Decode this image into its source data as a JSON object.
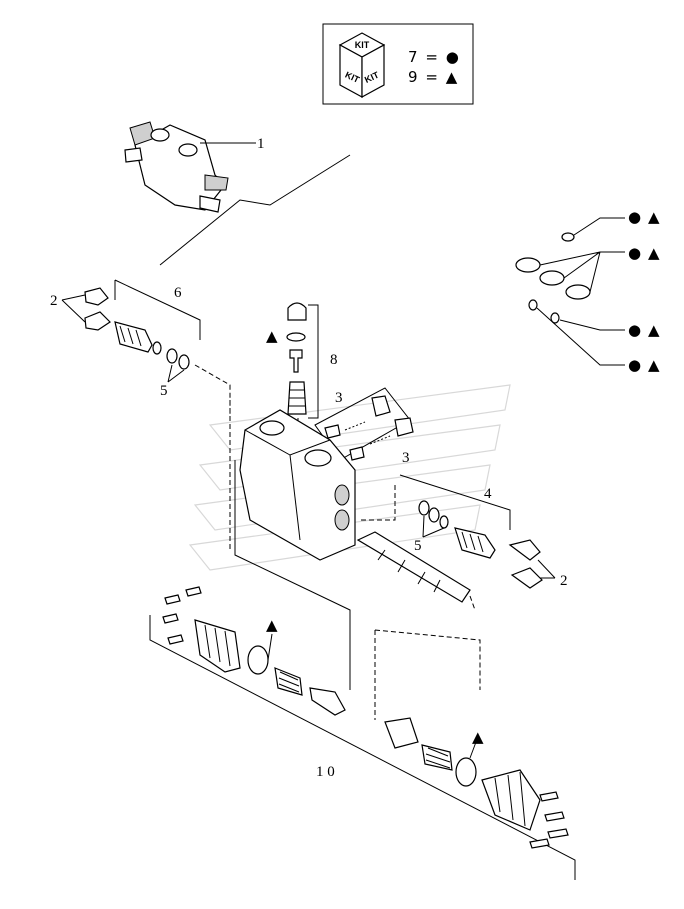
{
  "kit_legend": {
    "box_label": "KIT",
    "lines": [
      {
        "number": "7",
        "equals": "=",
        "symbol": "●"
      },
      {
        "number": "9",
        "equals": "=",
        "symbol": "▲"
      }
    ]
  },
  "callouts": {
    "c1": "1",
    "c2_left": "2",
    "c2_right": "2",
    "c3_top": "3",
    "c3_bottom": "3",
    "c4": "4",
    "c5_left": "5",
    "c5_right": "5",
    "c6": "6",
    "c8": "8",
    "c10": "1 0"
  },
  "symbols": {
    "circle": "●",
    "triangle": "▲"
  }
}
